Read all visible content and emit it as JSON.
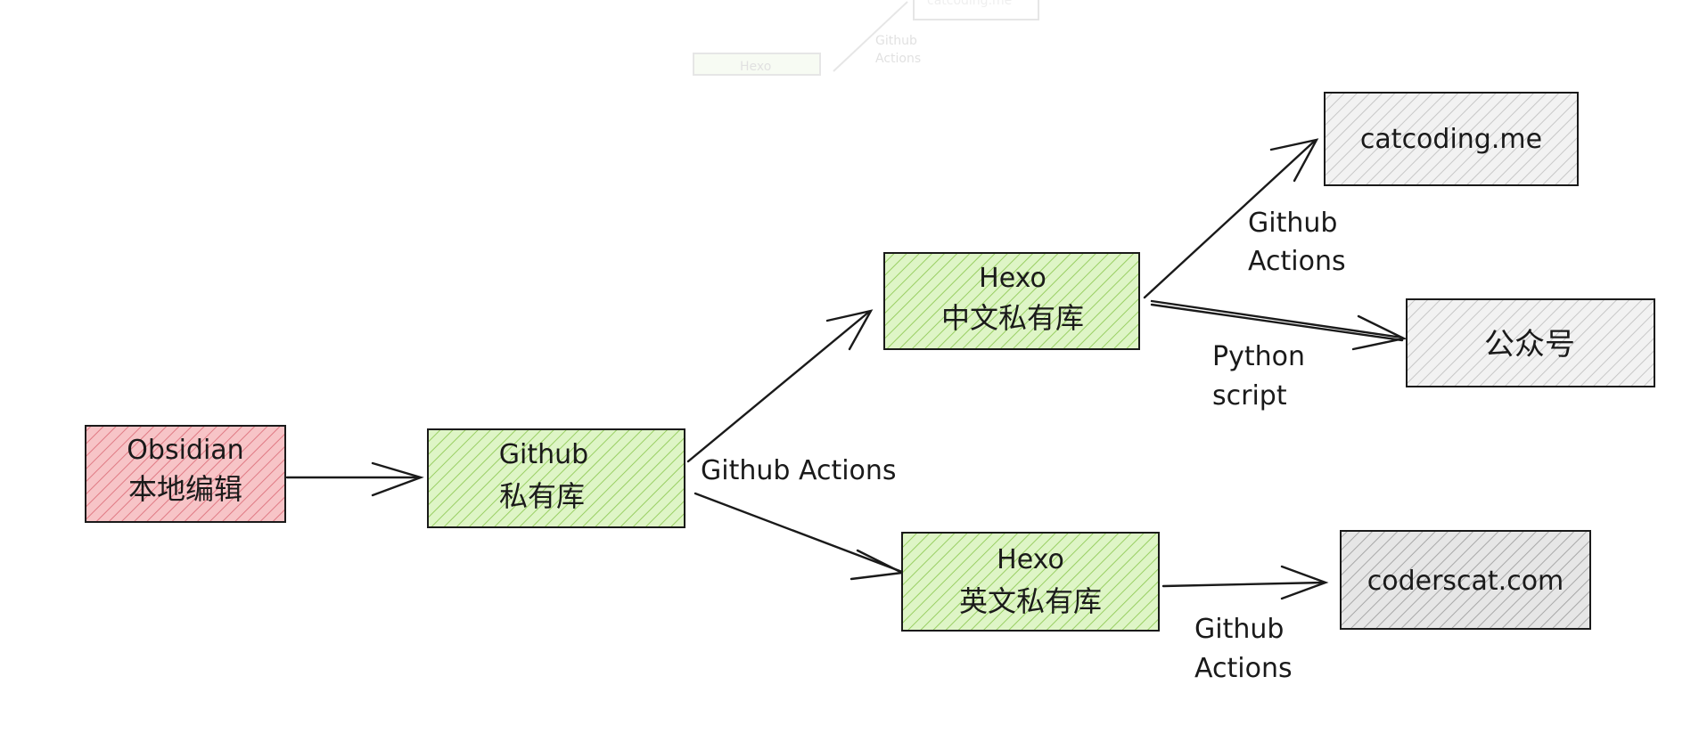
{
  "nodes": {
    "obsidian": {
      "line1": "Obsidian",
      "line2": "本地编辑",
      "fill": "#f3a3a8",
      "hatch": "#e06b76"
    },
    "github": {
      "line1": "Github",
      "line2": "私有库",
      "fill": "#c9eca0",
      "hatch": "#8fcb57"
    },
    "hexo_cn": {
      "line1": "Hexo",
      "line2": "中文私有库",
      "fill": "#c9eca0",
      "hatch": "#8fcb57"
    },
    "hexo_en": {
      "line1": "Hexo",
      "line2": "英文私有库",
      "fill": "#c9eca0",
      "hatch": "#8fcb57"
    },
    "catcoding": {
      "line1": "catcoding.me",
      "fill": "#e8e8e8",
      "hatch": "#bdbdbd"
    },
    "wechat": {
      "line1": "公众号",
      "fill": "#ececec",
      "hatch": "#c4c4c4"
    },
    "coderscat": {
      "line1": "coderscat.com",
      "fill": "#d8d8d8",
      "hatch": "#9e9e9e"
    }
  },
  "edges": {
    "github_to_hexo": "Github  Actions",
    "to_catcoding": {
      "line1": "Github",
      "line2": "Actions"
    },
    "to_wechat": {
      "line1": "Python",
      "line2": "script"
    },
    "to_coderscat": {
      "line1": "Github",
      "line2": "Actions"
    }
  },
  "ghost": {
    "edge_line1": "Github",
    "edge_line2": "Actions",
    "box_label": "Hexo",
    "box_top_label": "catcoding.me"
  }
}
